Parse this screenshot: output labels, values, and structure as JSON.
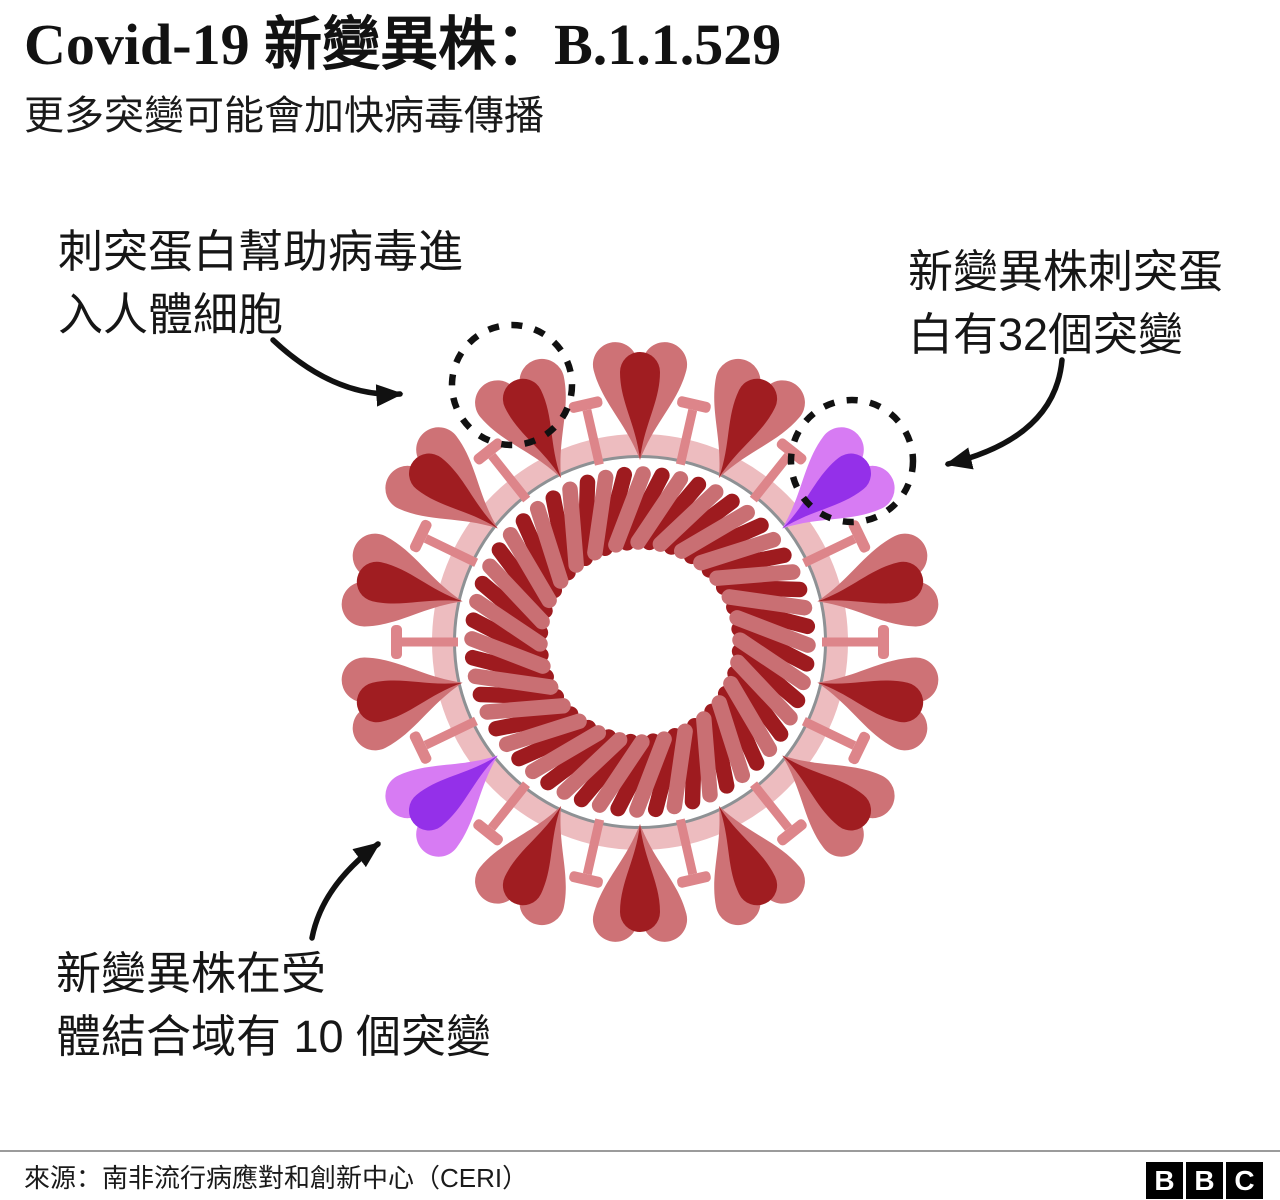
{
  "header": {
    "title": "Covid-19 新變異株：B.1.1.529",
    "subtitle": "更多突變可能會加快病毒傳播"
  },
  "annotations": {
    "spike_protein": "刺突蛋白幫助病毒進\n入人體細胞",
    "variant_spike": "新變異株刺突蛋\n白有32個突變",
    "receptor_binding": "新變異株在受\n體結合域有 10 個突變"
  },
  "footer": {
    "source": "來源：南非流行病應對和創新中心（CERI）",
    "logo_letters": [
      "B",
      "B",
      "C"
    ]
  },
  "virus": {
    "colors": {
      "spike_dark": "#A01D21",
      "spike_light": "#CE7276",
      "mutation_dark": "#9430E9",
      "mutation_light": "#D77BF3",
      "membrane": "#EDBCBF",
      "membrane_edge": "#8E9194",
      "pin": "#DD858A",
      "coil_dark": "#9E1B1F",
      "coil_light": "#C96F73",
      "ink": "#111111"
    },
    "spike_angles": [
      0,
      25.7,
      51.4,
      77.1,
      102.9,
      128.6,
      154.3,
      180,
      205.7,
      231.4,
      257.1,
      282.9,
      308.6,
      334.3
    ],
    "mutated_spike_indexes": [
      2,
      9
    ],
    "coil_loops": 28
  }
}
